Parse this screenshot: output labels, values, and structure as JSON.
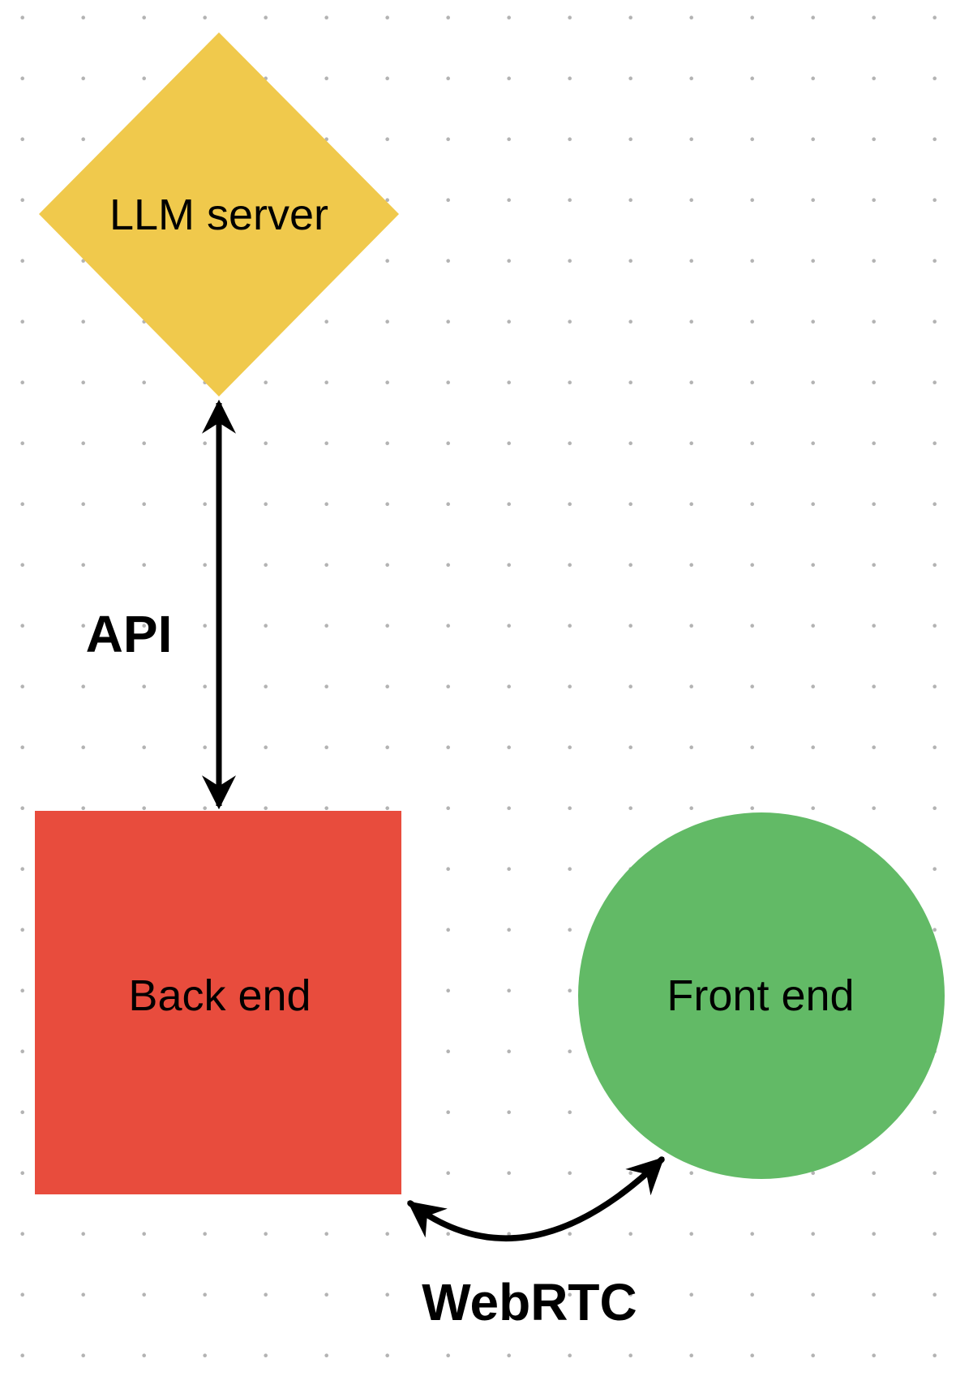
{
  "canvas": {
    "background_color": "#ffffff",
    "grid": {
      "dot_color": "#b3b3b3",
      "spacing": 75,
      "dot_radius": 2.3
    }
  },
  "nodes": [
    {
      "id": "llm-server",
      "shape": "diamond",
      "label": "LLM server",
      "fill": "#F0C94C"
    },
    {
      "id": "back-end",
      "shape": "square",
      "label": "Back end",
      "fill": "#E84C3D"
    },
    {
      "id": "front-end",
      "shape": "circle",
      "label": "Front end",
      "fill": "#62BA66"
    }
  ],
  "edges": [
    {
      "id": "api",
      "label": "API",
      "type": "double-headed-straight-arrow",
      "color": "#000000",
      "connects": "LLM server ↔ Back end"
    },
    {
      "id": "webrtc",
      "label": "WebRTC",
      "type": "double-headed-curved-arrow",
      "color": "#000000",
      "connects": "Back end ↔ Front end"
    }
  ]
}
